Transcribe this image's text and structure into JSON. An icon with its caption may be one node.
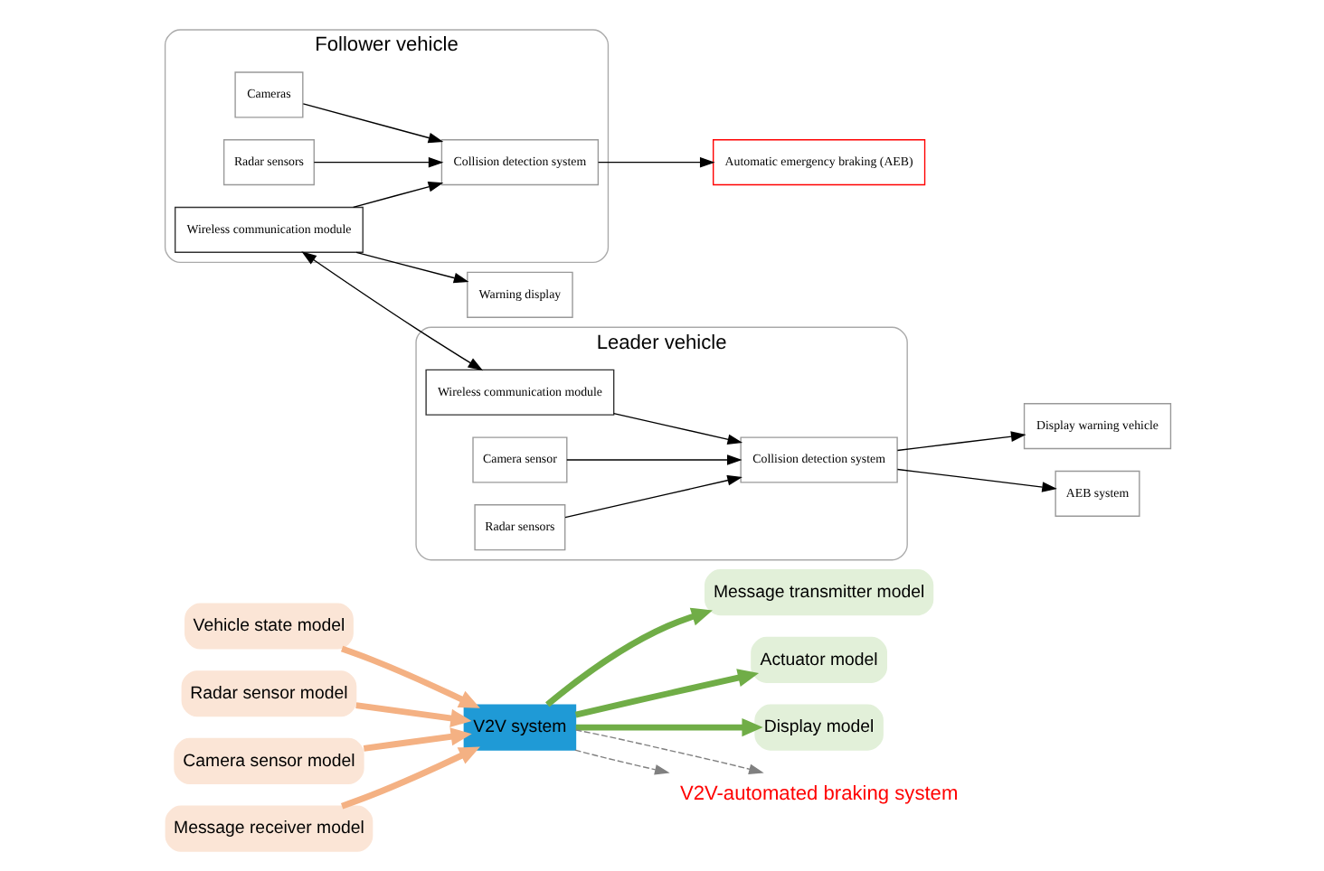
{
  "diagram": {
    "nodes": [
      {
        "text": [
          "Vehicle state model"
        ]
      },
      {
        "text": [
          "Radar sensor model"
        ]
      },
      {
        "text": [
          "Camera sensor model"
        ]
      },
      {
        "text": [
          "Message receiver model"
        ]
      },
      {
        "text": [
          "V2V system"
        ]
      },
      {
        "text": [
          "Message transmitter model"
        ]
      },
      {
        "text": [
          "Actuator model"
        ]
      },
      {
        "text": [
          "Display model"
        ]
      },
      {
        "text": [
          "V2V-automated braking system"
        ]
      },
      {
        "text": [
          "Follower vehicle"
        ]
      },
      {
        "text": [
          "Wireless communication module"
        ],
        "in": 9
      },
      {
        "text": [
          "Cameras"
        ],
        "in": 9
      },
      {
        "text": [
          "Collision detection system"
        ],
        "in": 9
      },
      {
        "text": [
          "Radar sensors"
        ],
        "in": 9
      },
      {
        "text": [
          "Warning display"
        ]
      },
      {
        "text": [
          "Automatic emergency braking (AEB)"
        ]
      },
      {
        "text": [
          "Leader vehicle"
        ]
      },
      {
        "text": [
          "Wireless communication module"
        ],
        "in": 16
      },
      {
        "text": [
          "Camera sensor"
        ],
        "in": 16
      },
      {
        "text": [
          "Collision detection system"
        ],
        "in": 16
      },
      {
        "text": [
          "Radar sensors"
        ],
        "in": 16
      },
      {
        "text": [
          "Display warning vehicle"
        ]
      },
      {
        "text": [
          "AEB system"
        ]
      }
    ],
    "edges": [
      {
        "from": 0,
        "to": 4,
        "arrow": "to",
        "style": "thick",
        "color": "#f4b183"
      },
      {
        "from": 1,
        "to": 4,
        "arrow": "to",
        "style": "thick",
        "color": "#f4b183"
      },
      {
        "from": 2,
        "to": 4,
        "arrow": "to",
        "style": "thick",
        "color": "#f4b183"
      },
      {
        "from": 3,
        "to": 4,
        "arrow": "to",
        "style": "thick",
        "color": "#f4b183"
      },
      {
        "from": 4,
        "to": 5,
        "arrow": "to",
        "style": "thick",
        "color": "#70ad47"
      },
      {
        "from": 4,
        "to": 6,
        "arrow": "to",
        "style": "thick",
        "color": "#70ad47"
      },
      {
        "from": 4,
        "to": 7,
        "arrow": "to",
        "style": "thick",
        "color": "#70ad47"
      },
      {
        "from": 4,
        "to": 8,
        "arrow": "to",
        "style": "dashed",
        "color": "#808080"
      },
      {
        "from": 4,
        "to": 8,
        "arrow": "to",
        "style": "dashed",
        "color": "#808080"
      },
      {
        "from": 10,
        "to": 17,
        "arrow": "both"
      },
      {
        "from": 10,
        "to": 12,
        "arrow": "to"
      },
      {
        "from": 11,
        "to": 12,
        "arrow": "to"
      },
      {
        "from": 13,
        "to": 12,
        "arrow": "to"
      },
      {
        "from": 10,
        "to": 14,
        "arrow": "to"
      },
      {
        "from": 12,
        "to": 15,
        "arrow": "to"
      },
      {
        "from": 17,
        "to": 19,
        "arrow": "to"
      },
      {
        "from": 18,
        "to": 19,
        "arrow": "to"
      },
      {
        "from": 20,
        "to": 19,
        "arrow": "to"
      },
      {
        "from": 19,
        "to": 21,
        "arrow": "to"
      },
      {
        "from": 19,
        "to": 22,
        "arrow": "to"
      }
    ]
  }
}
